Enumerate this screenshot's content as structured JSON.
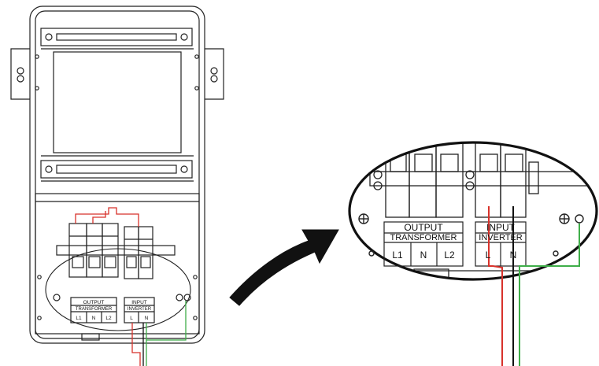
{
  "colors": {
    "line": "#222222",
    "wire_red": "#d8322b",
    "wire_green": "#3fae49",
    "wire_black": "#111111",
    "arrow": "#111111",
    "background": "#ffffff"
  },
  "small_panel": {
    "output_label": "OUTPUT",
    "transformer_label": "TRANSFORMER",
    "input_label": "INPUT",
    "inverter_label": "INVERTER",
    "terminals_output": [
      "L1",
      "N",
      "L2"
    ],
    "terminals_input": [
      "L",
      "N"
    ]
  },
  "zoom_view": {
    "output_label": "OUTPUT",
    "transformer_label": "TRANSFORMER",
    "input_label": "INPUT",
    "inverter_label": "INVERTER",
    "terminals_output": [
      "L1",
      "N",
      "L2"
    ],
    "terminals_input": [
      "L",
      "N"
    ]
  }
}
